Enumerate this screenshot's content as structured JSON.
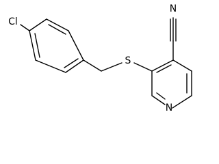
{
  "molecule": {
    "atoms": {
      "chlorine": "Cl",
      "sulfur": "S",
      "nitrile_nitrogen": "N",
      "pyridine_nitrogen": "N"
    },
    "colors": {
      "bond": "#000000",
      "label": "#000000",
      "background": "#ffffff"
    }
  }
}
